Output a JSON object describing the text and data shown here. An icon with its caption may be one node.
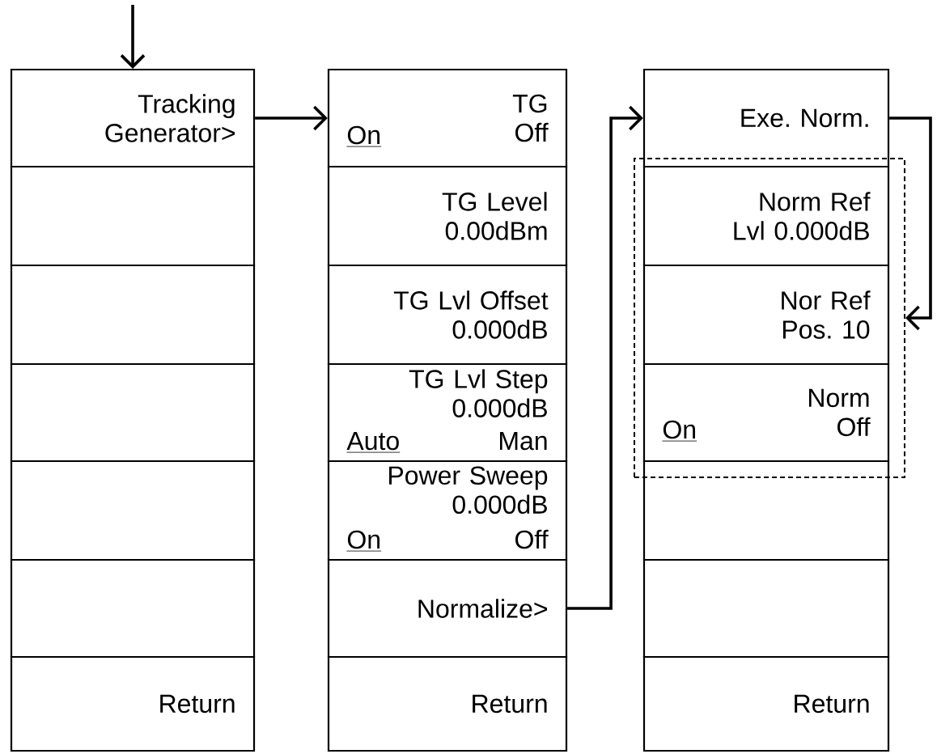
{
  "diagram": {
    "nodes": [
      {
        "text": [
          "Tracking Generator>"
        ]
      },
      {
        "text": [],
        "shape": "box"
      },
      {
        "text": [],
        "shape": "box"
      },
      {
        "text": [],
        "shape": "box"
      },
      {
        "text": [],
        "shape": "box"
      },
      {
        "text": [],
        "shape": "box"
      },
      {
        "text": [
          "Return"
        ]
      },
      {
        "text": [
          "On",
          "TG Off"
        ]
      },
      {
        "text": [
          "TG Level 0.00dBm"
        ]
      },
      {
        "text": [
          "TG Lvl Offset 0.000dB"
        ]
      },
      {
        "text": [
          "TG Lvl Step 0.000dB",
          "Auto",
          "Man"
        ]
      },
      {
        "text": [
          "Power Sweep 0.000dB",
          "On",
          "Off"
        ]
      },
      {
        "text": [
          "Normalize>"
        ]
      },
      {
        "text": [
          "Return"
        ]
      },
      {
        "text": [
          "Exe. Norm."
        ]
      },
      {
        "text": [],
        "shape": "box"
      },
      {
        "text": [
          "Norm Ref Lvl 0.000dB"
        ],
        "in": 15
      },
      {
        "text": [
          "Nor Ref Pos. 10"
        ],
        "in": 15
      },
      {
        "text": [
          "On",
          "Norm Off"
        ],
        "in": 15
      },
      {
        "text": [],
        "shape": "box"
      },
      {
        "text": [],
        "shape": "box"
      },
      {
        "text": [
          "Return"
        ]
      }
    ],
    "edges": [
      {
        "from": null,
        "to": 0,
        "arrow": "to"
      },
      {
        "from": 0,
        "to": 7,
        "arrow": "to"
      },
      {
        "from": 12,
        "to": 14,
        "arrow": "to"
      },
      {
        "from": 14,
        "to": 15,
        "arrow": "to"
      }
    ]
  }
}
